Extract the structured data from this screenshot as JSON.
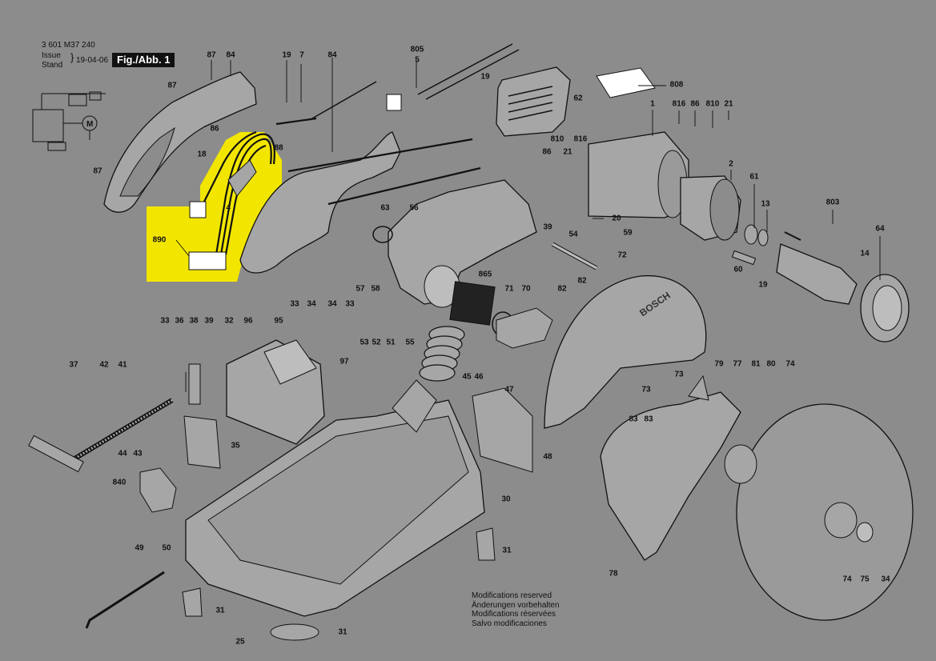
{
  "header": {
    "doc_number": "3 601 M37 240",
    "issue_label": "Issue",
    "stand_label": "Stand",
    "date": "19-04-06",
    "figure_label": "Fig./Abb. 1"
  },
  "brand_text": "BOSCH",
  "notes": [
    "Modifications reserved",
    "Änderungen vorbehalten",
    "Modifications réservées",
    "Salvo modificaciones"
  ],
  "colors": {
    "background": "#8c8c8c",
    "highlight": "#f2e600",
    "line": "#111111",
    "part_fill": "#a6a6a6"
  },
  "part_numbers": [
    "87",
    "84",
    "87",
    "86",
    "18",
    "4",
    "88",
    "890",
    "87",
    "19",
    "7",
    "84",
    "805",
    "5",
    "19",
    "62",
    "808",
    "1",
    "816",
    "86",
    "810",
    "21",
    "86",
    "21",
    "810",
    "816",
    "2",
    "20",
    "59",
    "61",
    "13",
    "803",
    "64",
    "63",
    "56",
    "39",
    "54",
    "14",
    "60",
    "19",
    "72",
    "57",
    "58",
    "865",
    "71",
    "70",
    "82",
    "82",
    "33",
    "34",
    "34",
    "33",
    "96",
    "95",
    "33",
    "36",
    "38",
    "39",
    "32",
    "37",
    "42",
    "41",
    "97",
    "53",
    "52",
    "51",
    "55",
    "45",
    "46",
    "47",
    "73",
    "73",
    "79",
    "77",
    "81",
    "80",
    "74",
    "83",
    "83",
    "35",
    "44",
    "43",
    "840",
    "48",
    "30",
    "31",
    "49",
    "50",
    "31",
    "25",
    "31",
    "78",
    "74",
    "75",
    "34"
  ]
}
